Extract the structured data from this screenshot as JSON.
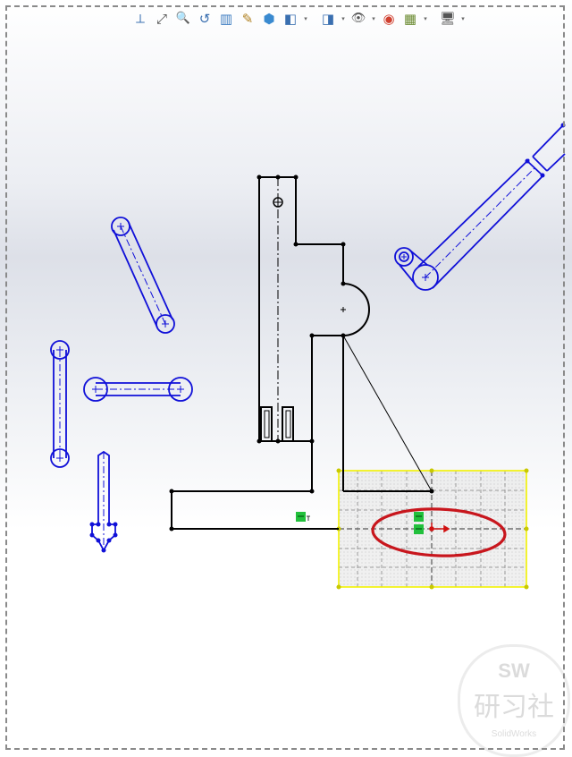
{
  "toolbar": {
    "tools": [
      {
        "name": "normal-to-icon",
        "glyph": "⟂"
      },
      {
        "name": "zoom-to-fit-icon",
        "glyph": "⤢"
      },
      {
        "name": "zoom-to-area-icon",
        "glyph": "🔍"
      },
      {
        "name": "previous-view-icon",
        "glyph": "↺"
      },
      {
        "name": "section-view-icon",
        "glyph": "▥"
      },
      {
        "name": "dynamic-annotation-icon",
        "glyph": "✎"
      },
      {
        "name": "view-orientation-icon",
        "glyph": "⬢"
      },
      {
        "name": "display-style-icon",
        "glyph": "◧"
      },
      {
        "name": "hide-show-items-icon",
        "glyph": "◨"
      },
      {
        "name": "edit-appearance-icon",
        "glyph": "👁"
      },
      {
        "name": "apply-scene-icon",
        "glyph": "◉"
      },
      {
        "name": "view-settings-icon",
        "glyph": "▦"
      },
      {
        "name": "display-monitor-icon",
        "glyph": "🖥"
      }
    ],
    "dropdown_glyph": "▾"
  },
  "colors": {
    "sketch_black": "#000000",
    "sketch_blue": "#1010d8",
    "selection_yellow": "#f2f200",
    "relation_green": "#22c03c",
    "highlight_red": "#c8161d",
    "origin_red": "#d01010"
  },
  "watermark": {
    "top": "SW",
    "middle": "研习社",
    "bottom": "SolidWorks"
  }
}
